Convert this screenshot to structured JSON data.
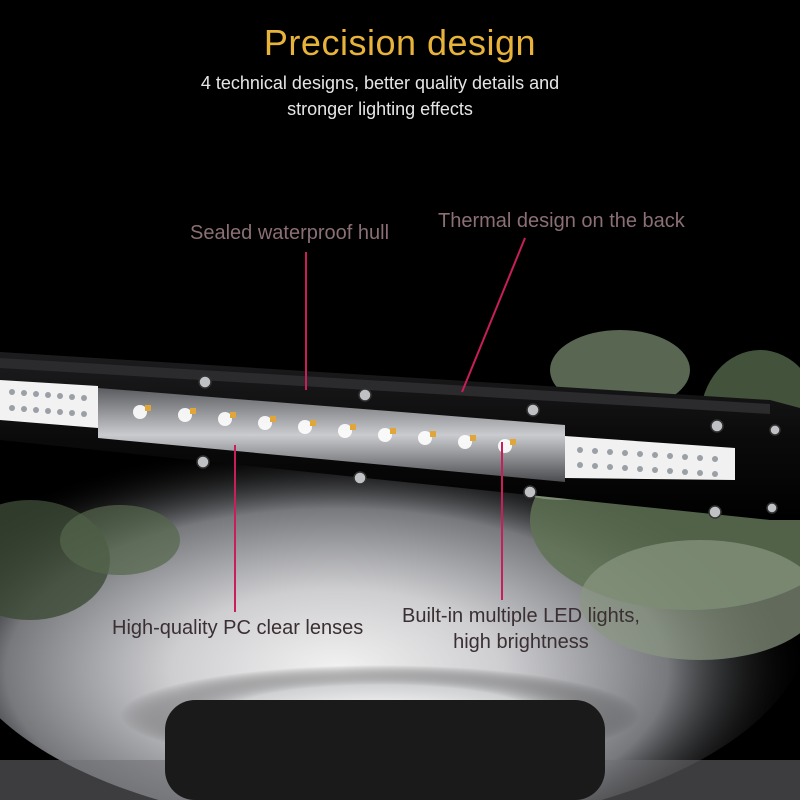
{
  "header": {
    "title": "Precision design",
    "subtitle_line1": "4 technical designs, better quality details and",
    "subtitle_line2": "stronger lighting effects"
  },
  "callouts": {
    "hull": "Sealed waterproof hull",
    "thermal": "Thermal design on the back",
    "lenses": "High-quality PC clear lenses",
    "led_line1": "Built-in multiple LED lights,",
    "led_line2": "high brightness"
  },
  "colors": {
    "title": "#e8b33a",
    "callout_text": "#8a6f74",
    "leader_line": "#c81e5a",
    "background": "#000000"
  }
}
